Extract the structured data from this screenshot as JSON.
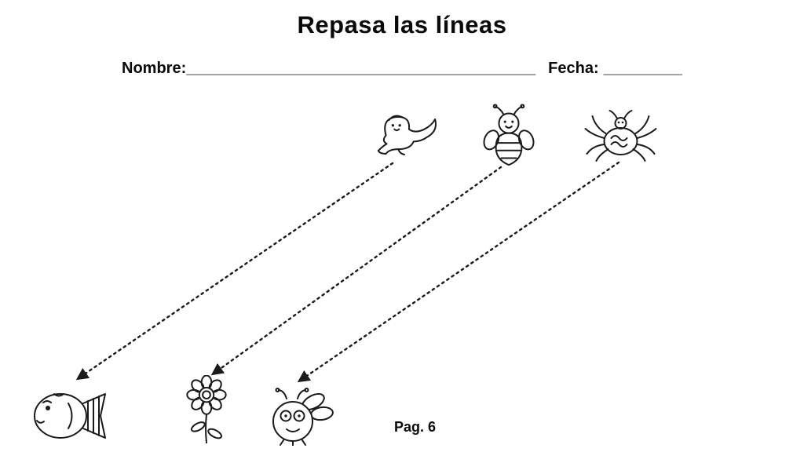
{
  "title": "Repasa las líneas",
  "header": {
    "nombre_label": "Nombre:",
    "nombre_line": "________________________________________",
    "fecha_label": "Fecha:",
    "fecha_line": "_________"
  },
  "footer": {
    "page_label": "Pag. 6"
  },
  "exercise": {
    "type": "trace-lines",
    "line_style": "dotted-with-arrow",
    "line_color": "#1a1a1a",
    "pairs": [
      {
        "from": "seal",
        "to": "fish"
      },
      {
        "from": "bee",
        "to": "flower"
      },
      {
        "from": "spider",
        "to": "fly"
      }
    ],
    "icons_top": [
      "seal-icon",
      "bee-icon",
      "spider-icon"
    ],
    "icons_bottom": [
      "fish-icon",
      "flower-icon",
      "fly-icon"
    ]
  }
}
